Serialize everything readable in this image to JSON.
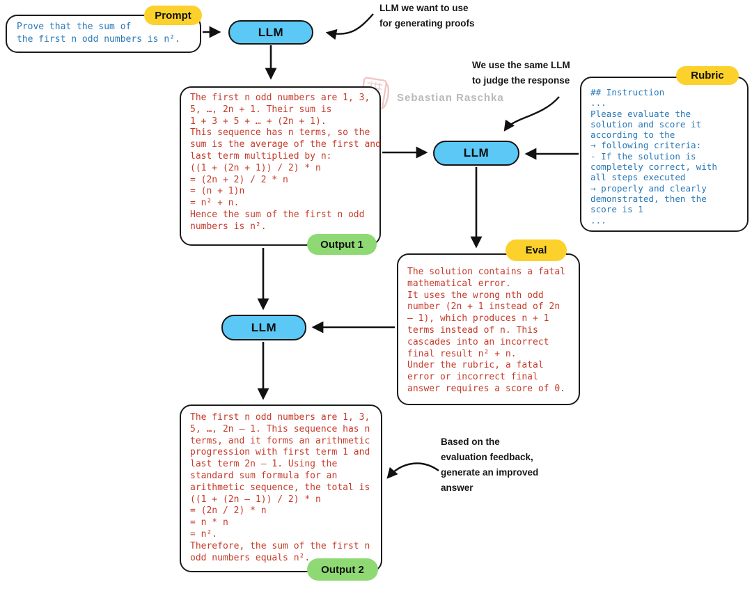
{
  "prompt": {
    "badge": "Prompt",
    "text": "Prove that the sum of\nthe first n odd numbers is n²."
  },
  "nodes": {
    "generator_llm": "LLM",
    "judge_llm": "LLM",
    "refiner_llm": "LLM"
  },
  "annotations": {
    "generator": "LLM we want to use\nfor generating proofs",
    "judge": "We use the same LLM\nto judge the response",
    "refine": "Based on the\nevaluation feedback,\ngenerate an improved\nanswer"
  },
  "output1": {
    "badge": "Output 1",
    "text": "The first n odd numbers are 1, 3,\n5, …, 2n + 1. Their sum is\n1 + 3 + 5 + … + (2n + 1).\nThis sequence has n terms, so the\nsum is the average of the first and\nlast term multiplied by n:\n((1 + (2n + 1)) / 2) * n\n= (2n + 2) / 2 * n\n= (n + 1)n\n= n² + n.\nHence the sum of the first n odd\nnumbers is n²."
  },
  "rubric": {
    "badge": "Rubric",
    "text": "## Instruction\n...\nPlease evaluate the\nsolution and score it\naccording to the\n→ following criteria:\n- If the solution is\ncompletely correct, with\nall steps executed\n→ properly and clearly\ndemonstrated, then the\nscore is 1\n..."
  },
  "eval": {
    "badge": "Eval",
    "text": "The solution contains a fatal\nmathematical error.\nIt uses the wrong nth odd\nnumber (2n + 1 instead of 2n\n– 1), which produces n + 1\nterms instead of n. This\ncascades into an incorrect\nfinal result n² + n.\nUnder the rubric, a fatal\nerror or incorrect final\nanswer requires a score of 0."
  },
  "output2": {
    "badge": "Output 2",
    "text": "The first n odd numbers are 1, 3,\n5, …, 2n – 1. This sequence has n\nterms, and it forms an arithmetic\nprogression with first term 1 and\nlast term 2n – 1. Using the\nstandard sum formula for an\narithmetic sequence, the total is\n((1 + (2n – 1)) / 2) * n\n= (2n / 2) * n\n= n * n\n= n².\nTherefore, the sum of the first n\nodd numbers equals n²."
  },
  "watermark": {
    "text": "Sebastian Raschka"
  },
  "colors": {
    "badge_yellow": "#fcd12b",
    "badge_green": "#8ed973",
    "node_blue": "#5bc8f6",
    "text_red": "#c63b2b",
    "text_blue": "#2878b8",
    "stroke": "#1b1b1b",
    "watermark_gray": "#b9b9b9",
    "stamp_red": "#e09a9a"
  }
}
